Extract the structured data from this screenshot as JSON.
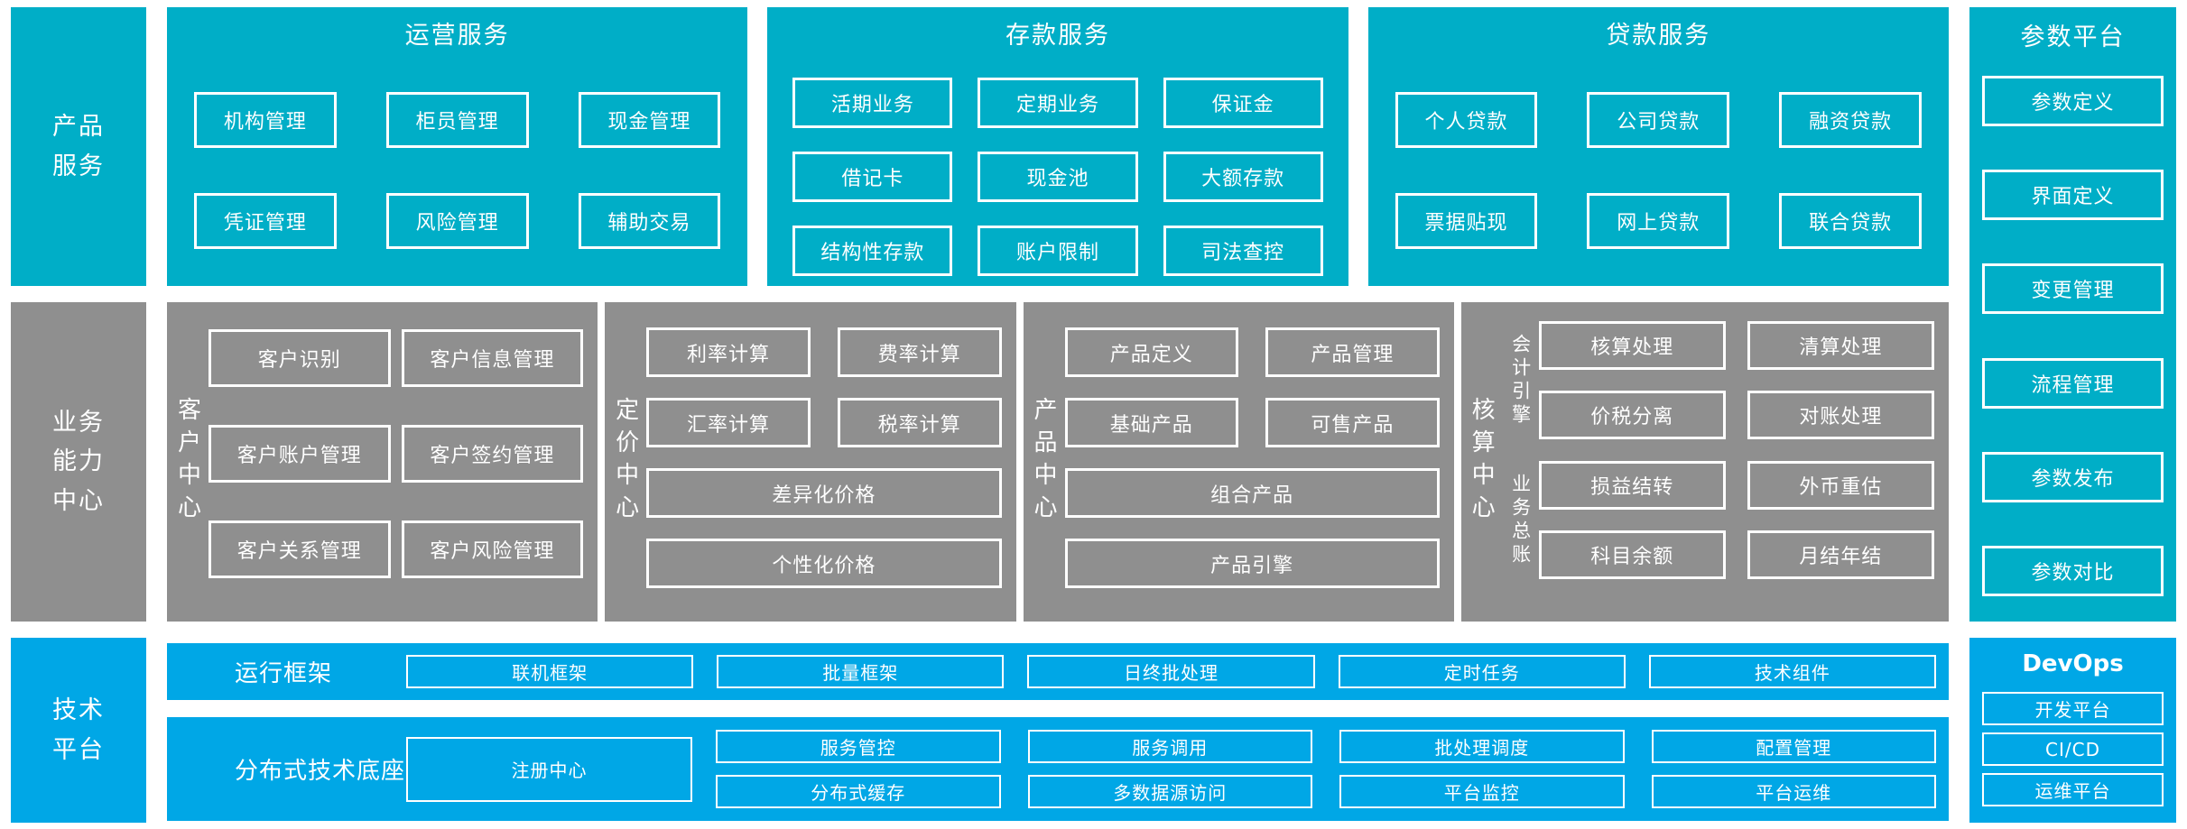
{
  "colors": {
    "teal": "#00AEC7",
    "gray": "#8F8F8F",
    "blue": "#00A7E6",
    "text": "#FFFFFF"
  },
  "left_labels": {
    "product": "产品\n服务",
    "business": "业务\n能力\n中心",
    "tech": "技术\n平台"
  },
  "row1": {
    "operation": {
      "title": "运营服务",
      "items": [
        "机构管理",
        "柜员管理",
        "现金管理",
        "凭证管理",
        "风险管理",
        "辅助交易"
      ]
    },
    "deposit": {
      "title": "存款服务",
      "items": [
        "活期业务",
        "定期业务",
        "保证金",
        "借记卡",
        "现金池",
        "大额存款",
        "结构性存款",
        "账户限制",
        "司法查控"
      ]
    },
    "loan": {
      "title": "贷款服务",
      "items": [
        "个人贷款",
        "公司贷款",
        "融资贷款",
        "票据贴现",
        "网上贷款",
        "联合贷款"
      ]
    }
  },
  "param_platform": {
    "title": "参数平台",
    "items": [
      "参数定义",
      "界面定义",
      "变更管理",
      "流程管理",
      "参数发布",
      "参数对比"
    ]
  },
  "row2": {
    "customer": {
      "title": "客户中心",
      "items": [
        "客户识别",
        "客户信息管理",
        "客户账户管理",
        "客户签约管理",
        "客户关系管理",
        "客户风险管理"
      ]
    },
    "pricing": {
      "title": "定价中心",
      "items": [
        "利率计算",
        "费率计算",
        "汇率计算",
        "税率计算"
      ],
      "wide": [
        "差异化价格",
        "个性化价格"
      ]
    },
    "product": {
      "title": "产品中心",
      "items": [
        "产品定义",
        "产品管理",
        "基础产品",
        "可售产品"
      ],
      "wide": [
        "组合产品",
        "产品引擎"
      ]
    },
    "accounting": {
      "title": "核算中心",
      "groups": [
        {
          "label": "会计引擎",
          "items": [
            "核算处理",
            "清算处理",
            "价税分离",
            "对账处理"
          ]
        },
        {
          "label": "业务总账",
          "items": [
            "损益结转",
            "外币重估",
            "科目余额",
            "月结年结"
          ]
        }
      ]
    }
  },
  "row3": {
    "runtime": {
      "title": "运行框架",
      "items": [
        "联机框架",
        "批量框架",
        "日终批处理",
        "定时任务",
        "技术组件"
      ]
    },
    "base": {
      "title": "分布式技术底座",
      "registry": "注册中心",
      "items_top": [
        "服务管控",
        "服务调用",
        "批处理调度",
        "配置管理"
      ],
      "items_bottom": [
        "分布式缓存",
        "多数据源访问",
        "平台监控",
        "平台运维"
      ]
    },
    "devops": {
      "title": "DevOps",
      "items": [
        "开发平台",
        "CI/CD",
        "运维平台"
      ]
    }
  }
}
